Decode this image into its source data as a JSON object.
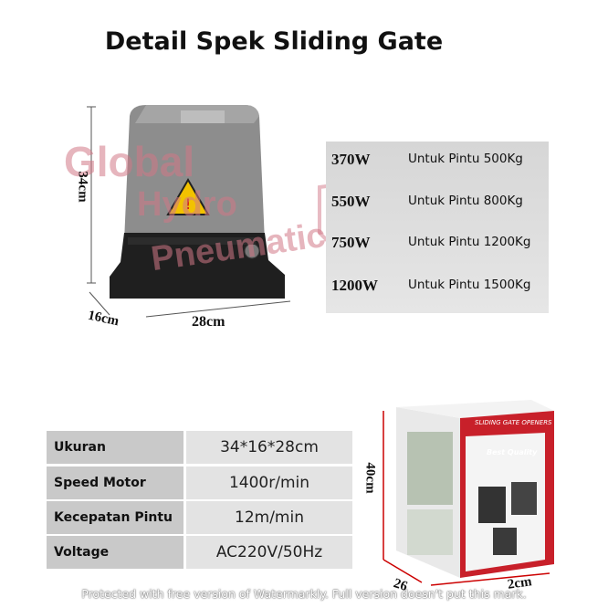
{
  "title": "Detail Spek Sliding Gate",
  "motor_dimensions": {
    "height": "34cm",
    "depth": "16cm",
    "width": "28cm"
  },
  "power_table": [
    {
      "power": "370W",
      "description": "Untuk Pintu 500Kg"
    },
    {
      "power": "550W",
      "description": "Untuk Pintu 800Kg"
    },
    {
      "power": "750W",
      "description": "Untuk Pintu 1200Kg"
    },
    {
      "power": "1200W",
      "description": "Untuk Pintu 1500Kg"
    }
  ],
  "spec_table": [
    {
      "label": "Ukuran",
      "value": "34*16*28cm"
    },
    {
      "label": "Speed Motor",
      "value": "1400r/min"
    },
    {
      "label": "Kecepatan Pintu",
      "value": "12m/min"
    },
    {
      "label": "Voltage",
      "value": "AC220V/50Hz"
    }
  ],
  "box": {
    "banner": "SLIDING GATE OPENERS",
    "badge": "Best Quality",
    "height": "40cm",
    "depth": "26",
    "width": "2cm"
  },
  "watermark_brand": [
    "Global",
    "Hydro",
    "Pneumatic"
  ],
  "footer": "Protected with free version of Watermarkly. Full version doesn't put this mark.",
  "colors": {
    "box_red": "#c8202a",
    "motor_gray": "#8a8a8a",
    "motor_black": "#1e1e1e",
    "warning_yellow": "#f2c200"
  }
}
